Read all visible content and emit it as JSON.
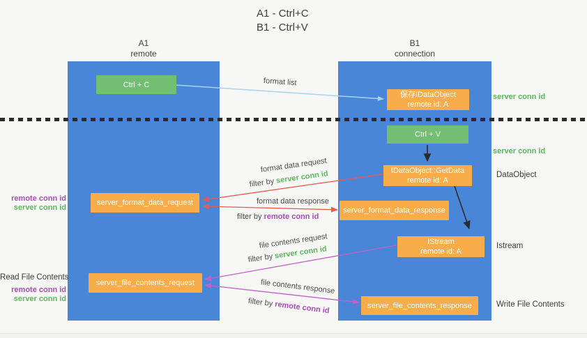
{
  "title": {
    "line1": "A1 - Ctrl+C",
    "line2": "B1 - Ctrl+V"
  },
  "lanes": {
    "a": {
      "id": "A1",
      "name": "remote"
    },
    "b": {
      "id": "B1",
      "name": "connection"
    }
  },
  "nodes": {
    "ctrl_c": {
      "label": "Ctrl + C"
    },
    "save_idataobject": {
      "line1": "保存IDataObject",
      "line2": "remote id: A"
    },
    "ctrl_v": {
      "label": "Ctrl + V"
    },
    "getdata": {
      "line1": "IDataObject::GetData",
      "line2": "remote id: A"
    },
    "format_request": {
      "label": "server_format_data_request"
    },
    "format_response": {
      "label": "server_format_data_response"
    },
    "istream": {
      "line1": "IStream",
      "line2": "remote id: A"
    },
    "file_request": {
      "label": "server_file_contents_request"
    },
    "file_response": {
      "label": "server_file_contents_response"
    }
  },
  "side_labels": {
    "server_conn_id_top": "server conn id",
    "server_conn_id_mid": "server conn id",
    "dataobject": "DataObject",
    "istream": "Istream",
    "write_file_contents": "Write File Contents",
    "read_file_contents": "Read File Contents",
    "remote_conn_id_format": "remote conn id",
    "server_conn_id_format": "server conn id",
    "remote_conn_id_file": "remote conn id",
    "server_conn_id_file": "server conn id"
  },
  "flow_labels": {
    "format_list": "format list",
    "format_data_request": "format data request",
    "format_data_response": "format data response",
    "file_contents_request": "file contents request",
    "file_contents_response": "file contents response",
    "filter_by": "filter by",
    "server_conn_id": "server conn id",
    "remote_conn_id": "remote conn id"
  },
  "colors": {
    "lane_blue": "#4a86d8",
    "node_green": "#72bf73",
    "node_orange": "#f9ad4a",
    "green_text": "#5cb85c",
    "purple_text": "#a94dbb",
    "red_arrow": "#e8594f",
    "magenta_arrow": "#c061c9",
    "blue_arrow": "#a9d3f0",
    "black_arrow": "#2a2a2a"
  }
}
